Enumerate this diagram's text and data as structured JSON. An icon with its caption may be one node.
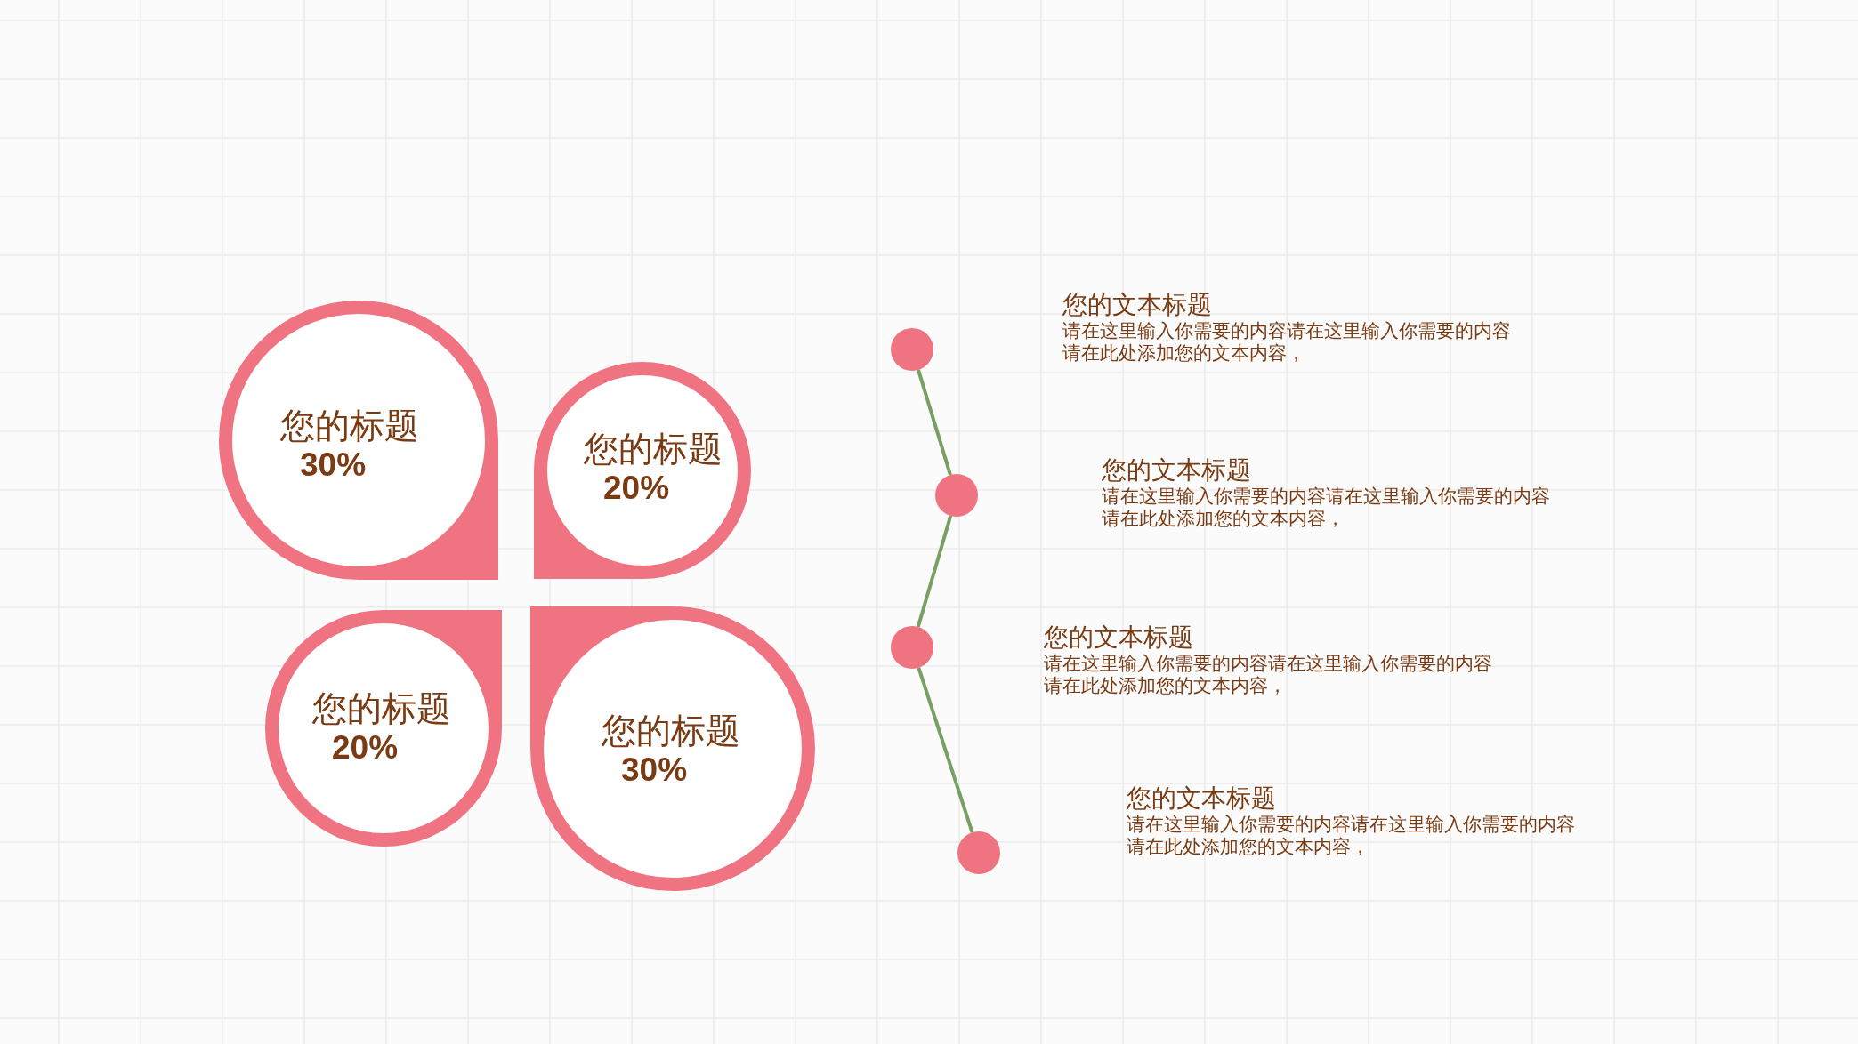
{
  "diagram": {
    "nodes": [
      {
        "text": [
          "您的标题",
          "30%"
        ]
      },
      {
        "text": [
          "您的标题",
          "20%"
        ]
      },
      {
        "text": [
          "您的标题",
          "20%"
        ]
      },
      {
        "text": [
          "您的标题",
          "30%"
        ]
      },
      {
        "text": [],
        "shape": "circle",
        "beside": [
          "您的文本标题",
          "请在这里输入你需要的内容请在这里输入你需要的内容",
          "请在此处添加您的文本内容，"
        ]
      },
      {
        "text": [],
        "shape": "circle",
        "beside": [
          "您的文本标题",
          "请在这里输入你需要的内容请在这里输入你需要的内容",
          "请在此处添加您的文本内容，"
        ]
      },
      {
        "text": [],
        "shape": "circle",
        "beside": [
          "您的文本标题",
          "请在这里输入你需要的内容请在这里输入你需要的内容",
          "请在此处添加您的文本内容，"
        ]
      },
      {
        "text": [],
        "shape": "circle",
        "beside": [
          "您的文本标题",
          "请在这里输入你需要的内容请在这里输入你需要的内容",
          "请在此处添加您的文本内容，"
        ]
      }
    ],
    "edges": [
      {
        "from": 4,
        "to": 5,
        "arrow": "none"
      },
      {
        "from": 5,
        "to": 6,
        "arrow": "none"
      },
      {
        "from": 6,
        "to": 7,
        "arrow": "none"
      }
    ]
  }
}
